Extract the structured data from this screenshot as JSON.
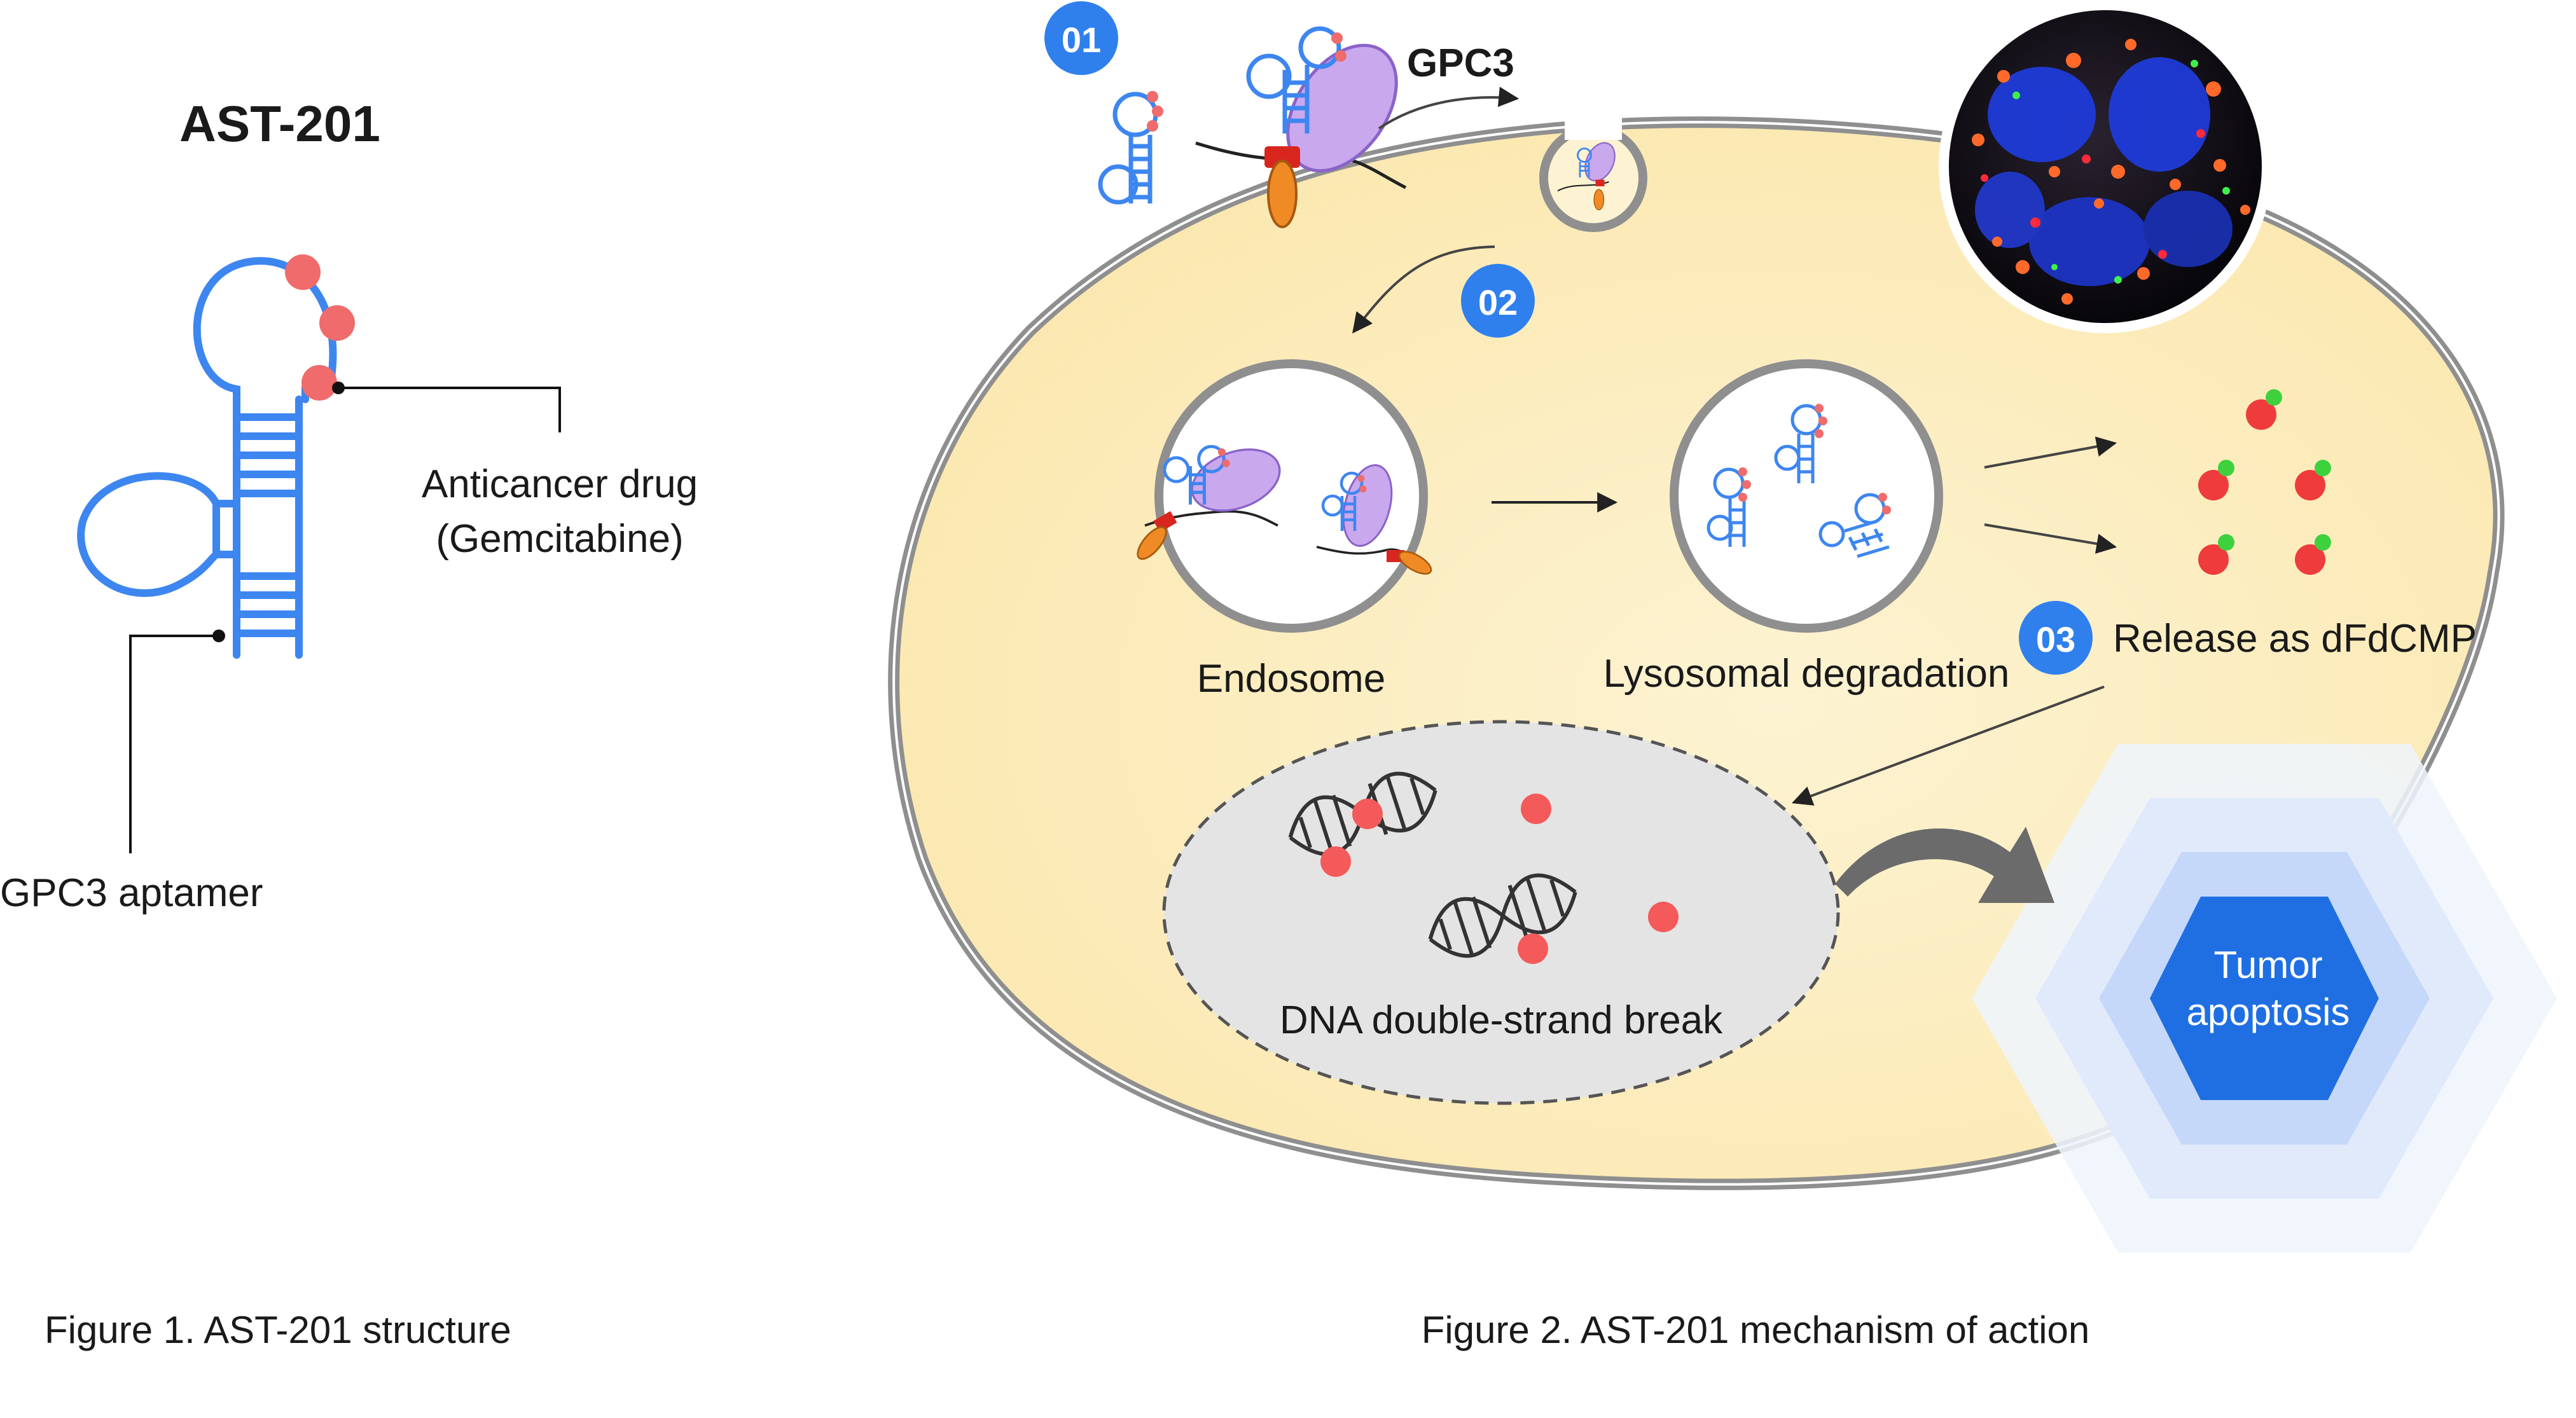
{
  "figure1": {
    "title": "AST-201",
    "drug_label_line1": "Anticancer drug",
    "drug_label_line2": "(Gemcitabine)",
    "aptamer_label": "GPC3 aptamer",
    "caption": "Figure 1. AST-201 structure"
  },
  "figure2": {
    "caption": "Figure 2. AST-201 mechanism of action",
    "receptor_label": "GPC3",
    "steps": [
      {
        "number": "01"
      },
      {
        "number": "02"
      },
      {
        "number": "03",
        "label": "Release as dFdCMP"
      }
    ],
    "endosome_label": "Endosome",
    "lysosome_label": "Lysosomal degradation",
    "nucleus_label": "DNA double-strand break",
    "outcome_line1": "Tumor",
    "outcome_line2": "apoptosis"
  },
  "colors": {
    "aptamer": "#3d86f0",
    "drug": "#f06b6b",
    "step_badge": "#2f80ed",
    "cytoplasm": "#fdf0c4",
    "membrane": "#8f8f8f",
    "nucleus": "#e4e4e4",
    "outcome_hexagon": "#1f6fe3",
    "release_marker": "#3ed13e",
    "release_body": "#ef3b3b",
    "receptor_sheet": "#c9a8ee"
  }
}
